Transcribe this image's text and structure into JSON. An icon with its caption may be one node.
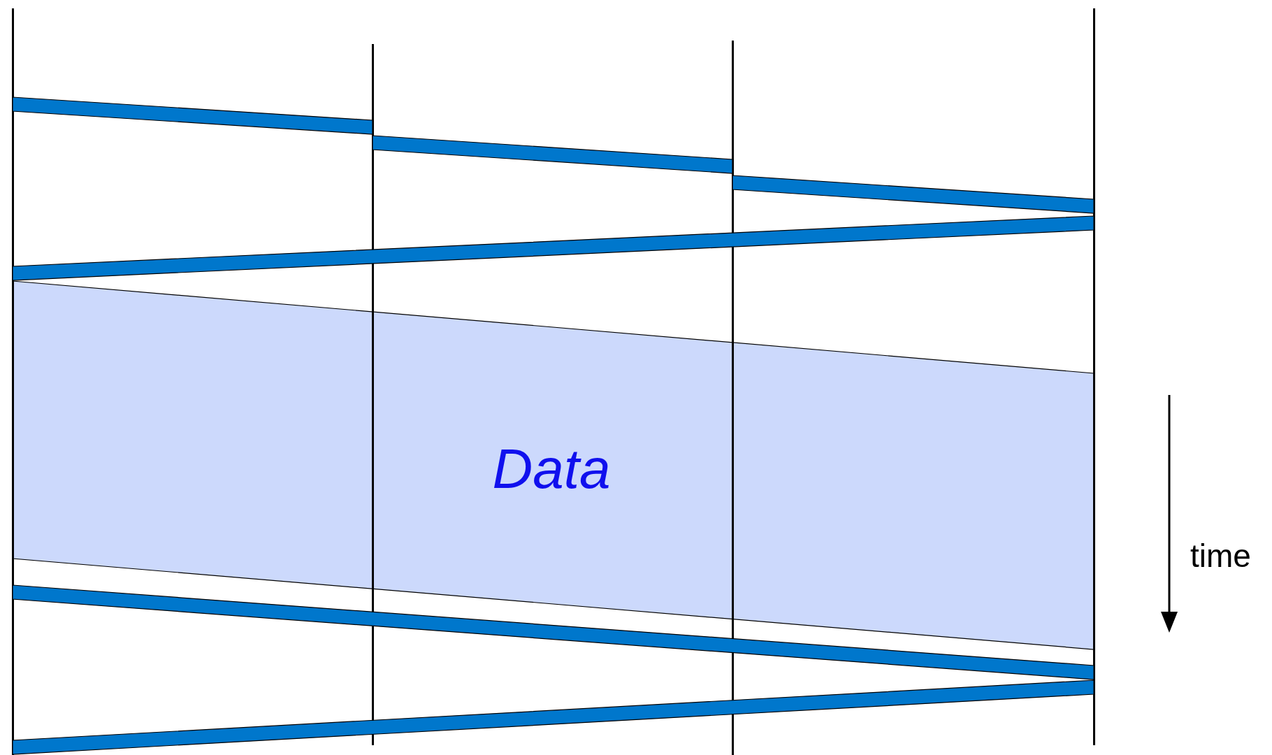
{
  "diagram": {
    "nodes": [
      {
        "text": [],
        "shape": "bar"
      },
      {
        "text": [],
        "shape": "bar"
      },
      {
        "text": [],
        "shape": "bar"
      },
      {
        "text": [],
        "shape": "bar"
      },
      {
        "text": [
          "Data"
        ]
      }
    ],
    "edges": [
      {
        "from": 0,
        "to": 1,
        "arrow": "none"
      },
      {
        "from": 1,
        "to": 2,
        "arrow": "none"
      },
      {
        "from": 2,
        "to": 3,
        "arrow": "none"
      },
      {
        "from": 3,
        "to": 0,
        "arrow": "none"
      },
      {
        "from": 0,
        "to": 3,
        "arrow": "none"
      },
      {
        "from": 3,
        "to": 0,
        "arrow": "none"
      }
    ],
    "labels": [
      "time"
    ]
  }
}
